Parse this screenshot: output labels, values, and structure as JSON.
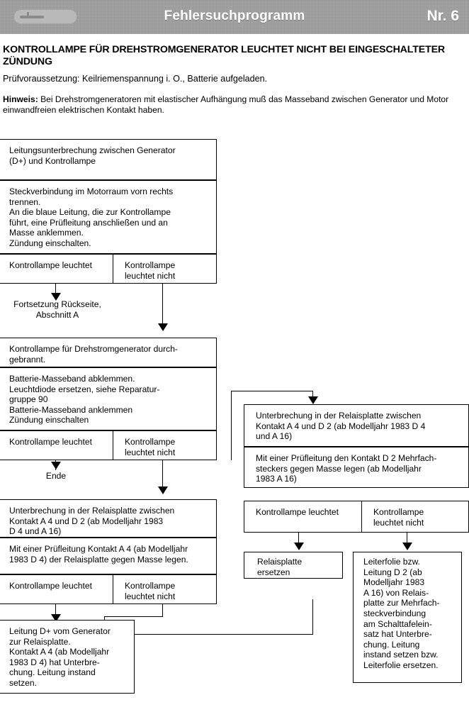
{
  "header": {
    "logo_icon": "manufacturer-logo",
    "title": "Fehlersuchprogramm",
    "number": "Nr. 6"
  },
  "intro": {
    "page_title": "KONTROLLAMPE FÜR DREHSTROMGENERATOR LEUCHTET NICHT BEI EINGESCHALTETER ZÜNDUNG",
    "precondition": "Prüfvoraussetzung: Keilriemenspannung i. O., Batterie aufgeladen.",
    "note_label": "Hinweis:",
    "note_text": " Bei Drehstromgeneratoren mit elastischer Aufhängung muß das Masseband zwischen Generator und Motor einwandfreien elektrischen Kontakt haben."
  },
  "flow": {
    "fault_1": "Leitungsunterbrechung zwischen Generator\n(D+) und Kontrollampe",
    "action_1": "Steckverbindung im Motorraum vorn rechts\ntrennen.\nAn die blaue Leitung, die zur Kontrollampe\nführt, eine Prüfleitung anschließen und an\nMasse anklemmen.\nZündung einschalten.",
    "decision_1_yes": "Kontrollampe leuchtet",
    "decision_1_no": "Kontrollampe\nleuchtet nicht",
    "label_continue": "Fortsetzung Rückseite,\nAbschnitt A",
    "fault_2": "Kontrollampe für Drehstromgenerator durch-\ngebrannt.",
    "action_2": "Batterie-Masseband abklemmen.\nLeuchtdiode ersetzen, siehe Reparatur-\ngruppe 90\nBatterie-Masseband anklemmen\nZündung einschalten",
    "decision_2_yes": "Kontrollampe leuchtet",
    "decision_2_no": "Kontrollampe\nleuchtet nicht",
    "label_end": "Ende",
    "fault_3": "Unterbrechung in der Relaisplatte zwischen\nKontakt A 4 und D 2 (ab Modelljahr 1983\nD 4 und A 16)",
    "action_3": "Mit einer Prüfleitung Kontakt A 4 (ab Modelljahr\n1983 D 4) der Relaisplatte gegen Masse legen.",
    "decision_3_yes": "Kontrollampe leuchtet",
    "decision_3_no": "Kontrollampe\nleuchtet nicht",
    "result_left": "Leitung D+ vom Generator\nzur Relaisplatte.\nKontakt A 4 (ab Modelljahr\n1983 D 4) hat Unterbre-\nchung. Leitung instand\nsetzen.",
    "fault_4": "Unterbrechung in der Relaisplatte zwischen\nKontakt A 4 und D 2 (ab Modelljahr 1983  D 4\nund A 16)",
    "action_4": "Mit einer Prüfleitung den Kontakt D 2 Mehrfach-\nsteckers gegen Masse legen (ab Modelljahr\n1983  A 16)",
    "decision_4_yes": "Kontrollampe leuchtet",
    "decision_4_no": "Kontrollampe\nleuchtet nicht",
    "result_right_a": "Relaisplatte\nersetzen",
    "result_right_b": "Leiterfolie bzw.\nLeitung D 2 (ab\nModelljahr 1983\nA 16) von Relais-\nplatte zur Mehrfach-\nsteckverbindung\nam Schalttafelein-\nsatz hat Unterbre-\nchung. Leitung\ninstand setzen bzw.\nLeiterfolie ersetzen."
  },
  "colors": {
    "header_bg": "#9d9d9d",
    "header_text": "#ffffff",
    "line": "#000000",
    "page_bg": "#ffffff"
  }
}
